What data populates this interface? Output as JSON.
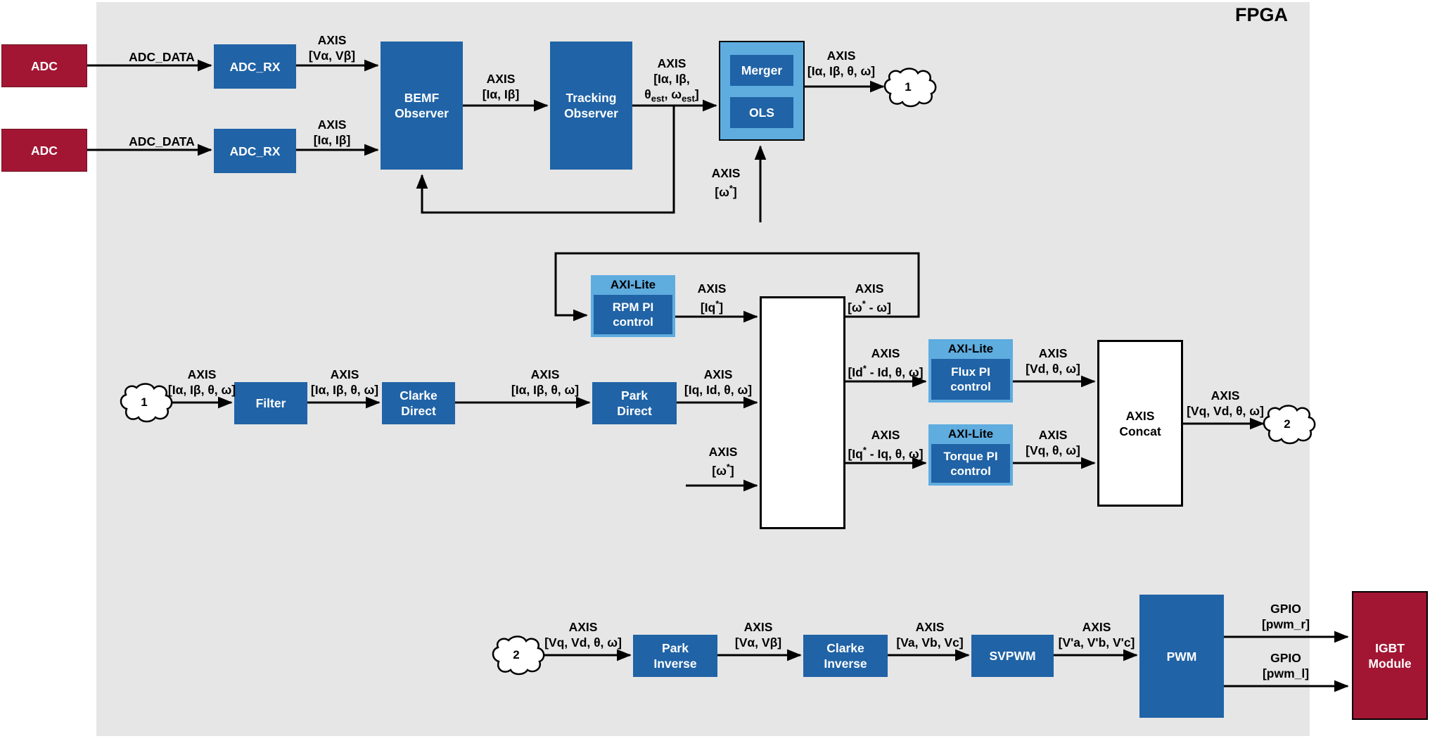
{
  "fpga_label": "FPGA",
  "colors": {
    "fpga_background": "#E6E6E6",
    "block_dark_blue": "#2063A6",
    "block_light_blue": "#5FACDF",
    "block_dark_red": "#A21634",
    "line_black": "#000000"
  },
  "blocks": {
    "adc_top": "ADC",
    "adc_bottom": "ADC",
    "adc_rx_top": "ADC_RX",
    "adc_rx_bottom": "ADC_RX",
    "bemf_observer": [
      "BEMF",
      "Observer"
    ],
    "tracking_observer": [
      "Tracking",
      "Observer"
    ],
    "merger": "Merger",
    "ols": "OLS",
    "rpm_pi": {
      "header": "AXI-Lite",
      "body": [
        "RPM PI",
        "control"
      ]
    },
    "filter": "Filter",
    "clarke_direct": [
      "Clarke",
      "Direct"
    ],
    "park_direct": [
      "Park",
      "Direct"
    ],
    "flux_pi": {
      "header": "AXI-Lite",
      "body": [
        "Flux PI",
        "control"
      ]
    },
    "torque_pi": {
      "header": "AXI-Lite",
      "body": [
        "Torque PI",
        "control"
      ]
    },
    "axis_concat": [
      "AXIS",
      "Concat"
    ],
    "park_inverse": [
      "Park",
      "Inverse"
    ],
    "clarke_inverse": [
      "Clarke",
      "Inverse"
    ],
    "svpwm": "SVPWM",
    "pwm": "PWM",
    "igbt_module": [
      "IGBT",
      "Module"
    ]
  },
  "clouds": {
    "top_right": "1",
    "mid_left": "1",
    "mid_right": "2",
    "bottom_left": "2"
  },
  "labels": {
    "adc_data_1": {
      "lines": [
        "ADC_DATA"
      ]
    },
    "adc_data_2": {
      "lines": [
        "ADC_DATA"
      ]
    },
    "axis_v_alpha_beta": {
      "lines": [
        "AXIS",
        "[Vα, Vβ]"
      ]
    },
    "axis_i_alpha_beta_in": {
      "lines": [
        "AXIS",
        "[Iα, Iβ]"
      ]
    },
    "axis_i_alpha_beta_mid": {
      "lines": [
        "AXIS",
        "[Iα, Iβ]"
      ]
    },
    "axis_est": {
      "lines": [
        "AXIS",
        "[Iα, Iβ,",
        [
          {
            "t": "θ"
          },
          {
            "t": "est",
            "sub": true
          },
          {
            "t": ", ω"
          },
          {
            "t": "est",
            "sub": true
          },
          {
            "t": "]"
          }
        ]
      ]
    },
    "axis_out1": {
      "lines": [
        "AXIS",
        "[Iα, Iβ, θ, ω]"
      ]
    },
    "axis_wstar_top": {
      "lines": [
        "AXIS",
        [
          {
            "t": "[ω"
          },
          {
            "t": "*",
            "sup": true
          },
          {
            "t": "]"
          }
        ]
      ]
    },
    "axis_mid_in": {
      "lines": [
        "AXIS",
        "[Iα, Iβ, θ, ω]"
      ]
    },
    "axis_after_filter": {
      "lines": [
        "AXIS",
        "[Iα, Iβ, θ, ω]"
      ]
    },
    "axis_after_clarke": {
      "lines": [
        "AXIS",
        "[Iα, Iβ, θ, ω]"
      ]
    },
    "axis_after_park": {
      "lines": [
        "AXIS",
        "[Iq, Id, θ, ω]"
      ]
    },
    "axis_iq_star": {
      "lines": [
        "AXIS",
        [
          {
            "t": "[Iq"
          },
          {
            "t": "*",
            "sup": true
          },
          {
            "t": "]"
          }
        ]
      ]
    },
    "axis_w_err": {
      "lines": [
        "AXIS",
        [
          {
            "t": "[ω"
          },
          {
            "t": "*",
            "sup": true
          },
          {
            "t": " - ω]"
          }
        ]
      ]
    },
    "axis_id_err": {
      "lines": [
        "AXIS",
        [
          {
            "t": "[Id"
          },
          {
            "t": "*",
            "sup": true
          },
          {
            "t": " - Id, θ, ω]"
          }
        ]
      ]
    },
    "axis_iq_err": {
      "lines": [
        "AXIS",
        [
          {
            "t": "[Iq"
          },
          {
            "t": "*",
            "sup": true
          },
          {
            "t": " - Iq, θ, ω]"
          }
        ]
      ]
    },
    "axis_vd": {
      "lines": [
        "AXIS",
        "[Vd, θ, ω]"
      ]
    },
    "axis_vq": {
      "lines": [
        "AXIS",
        "[Vq, θ, ω]"
      ]
    },
    "axis_wstar_mid": {
      "lines": [
        "AXIS",
        [
          {
            "t": "[ω"
          },
          {
            "t": "*",
            "sup": true
          },
          {
            "t": "]"
          }
        ]
      ]
    },
    "axis_out2": {
      "lines": [
        "AXIS",
        "[Vq, Vd, θ, ω]"
      ]
    },
    "axis_bot_in": {
      "lines": [
        "AXIS",
        "[Vq, Vd, θ, ω]"
      ]
    },
    "axis_v_ab_bot": {
      "lines": [
        "AXIS",
        "[Vα, Vβ]"
      ]
    },
    "axis_vabc": {
      "lines": [
        "AXIS",
        "[Va, Vb, Vc]"
      ]
    },
    "axis_vpabc": {
      "lines": [
        "AXIS",
        "[V'a, V'b, V'c]"
      ]
    },
    "gpio_r": {
      "lines": [
        "GPIO",
        "[pwm_r]"
      ]
    },
    "gpio_l": {
      "lines": [
        "GPIO",
        "[pwm_l]"
      ]
    }
  }
}
